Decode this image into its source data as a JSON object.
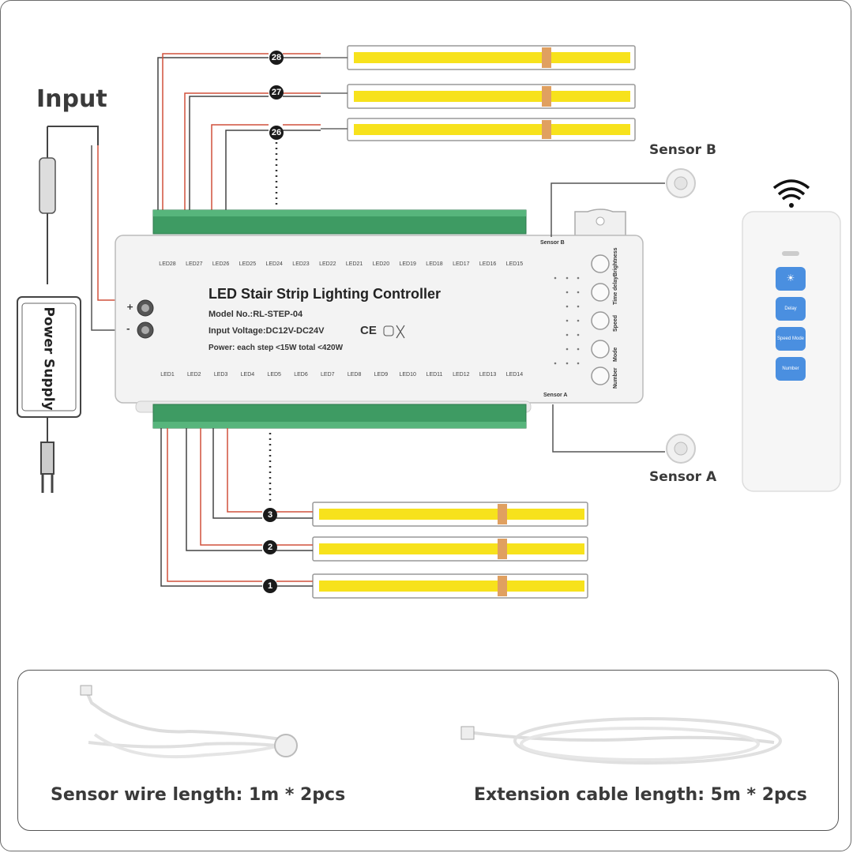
{
  "input_label": "Input",
  "power_supply_label": "Power Supply",
  "controller": {
    "title": "LED Stair Strip Lighting Controller",
    "model": "Model No.:RL-STEP-04",
    "voltage": "Input Voltage:DC12V-DC24V",
    "power": "Power:  each step <15W   total <420W",
    "cert_marks": "CE",
    "plus_label": "+",
    "minus_label": "-",
    "sensor_b_port": "Sensor B",
    "sensor_a_port": "Sensor A",
    "top_leds": [
      "LED28",
      "LED27",
      "LED26",
      "LED25",
      "LED24",
      "LED23",
      "LED22",
      "LED21",
      "LED20",
      "LED19",
      "LED18",
      "LED17",
      "LED16",
      "LED15"
    ],
    "bottom_leds": [
      "LED1",
      "LED2",
      "LED3",
      "LED4",
      "LED5",
      "LED6",
      "LED7",
      "LED8",
      "LED9",
      "LED10",
      "LED11",
      "LED12",
      "LED13",
      "LED14"
    ],
    "buttons": [
      "Brightness",
      "Time delay",
      "Speed",
      "Mode",
      "Number"
    ]
  },
  "strips_top": [
    {
      "number": "28"
    },
    {
      "number": "27"
    },
    {
      "number": "26"
    }
  ],
  "strips_bottom": [
    {
      "number": "3"
    },
    {
      "number": "2"
    },
    {
      "number": "1"
    }
  ],
  "sensor_b_label": "Sensor B",
  "sensor_a_label": "Sensor A",
  "remote": {
    "buttons": [
      "☀",
      "Delay",
      "Speed Mode",
      "Number"
    ]
  },
  "accessories": {
    "sensor_wire": "Sensor wire length: 1m * 2pcs",
    "extension_cable": "Extension cable length: 5m * 2pcs"
  },
  "colors": {
    "strip_yellow": "#f7e21c",
    "terminal_green": "#3e9b63",
    "wire_red": "#d0503c",
    "remote_button": "#4a8fe0"
  }
}
